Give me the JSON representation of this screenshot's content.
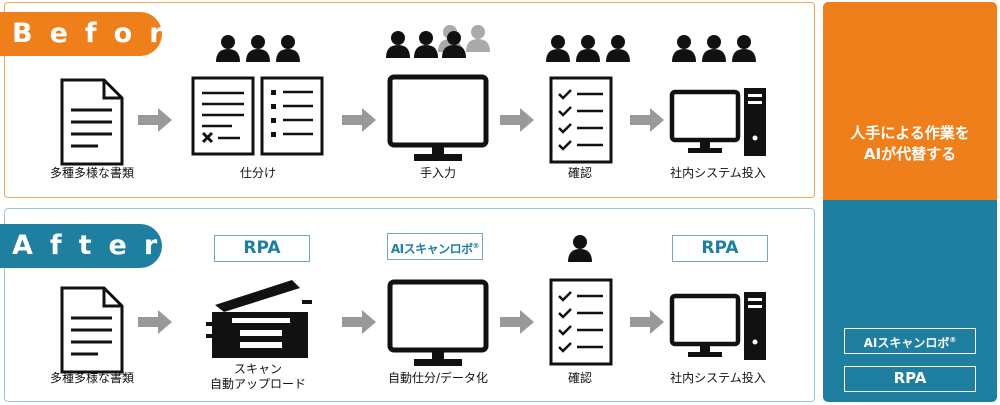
{
  "before": {
    "tab": "Before",
    "steps": [
      {
        "label": "多種多様な書類"
      },
      {
        "label": "仕分け"
      },
      {
        "label": "手入力"
      },
      {
        "label": "確認"
      },
      {
        "label": "社内システム投入"
      }
    ]
  },
  "after": {
    "tab": "After",
    "badges": {
      "rpa_1": "RPA",
      "ai_scan": "AIスキャンロボ",
      "reg": "®",
      "rpa_2": "RPA"
    },
    "steps": [
      {
        "label": "多種多様な書類"
      },
      {
        "label_line1": "スキャン",
        "label_line2": "自動アップロード"
      },
      {
        "label": "自動仕分/データ化"
      },
      {
        "label": "確認"
      },
      {
        "label": "社内システム投入"
      }
    ]
  },
  "sidebar": {
    "text_line1": "人手による作業を",
    "text_line2": "AIが代替する",
    "ai_badge": "AIスキャンロボ",
    "reg": "®",
    "rpa_badge": "RPA"
  },
  "colors": {
    "orange": "#ef7f1a",
    "blue": "#1f7fa0",
    "arrow_gray": "#999999",
    "icon_black": "#111111"
  }
}
